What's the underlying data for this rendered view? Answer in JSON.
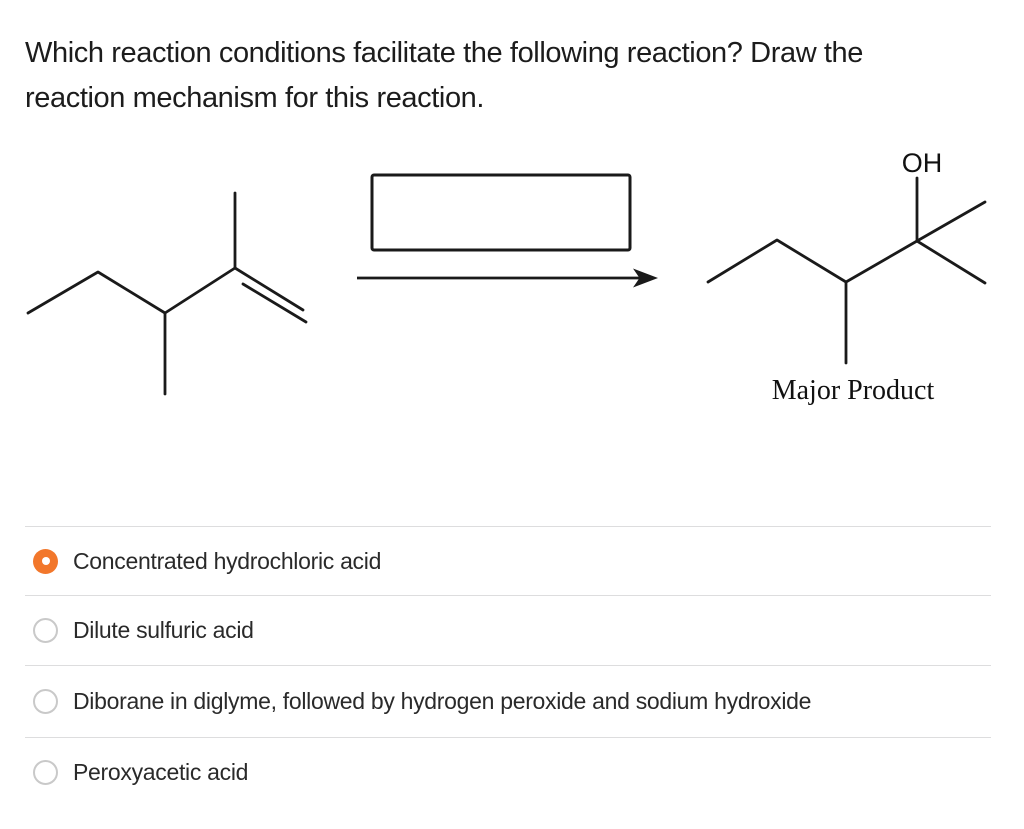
{
  "question": {
    "line1": "Which reaction conditions facilitate the following reaction? Draw the",
    "line2": "reaction mechanism for this reaction."
  },
  "scheme": {
    "reactant_name": "2,3-dimethyl-1-pentene skeletal structure",
    "reagent_box_value": "",
    "hydroxyl_label": "OH",
    "product_name": "2,3-dimethyl-2-pentanol skeletal structure",
    "product_caption": "Major Product"
  },
  "options": [
    {
      "label": "Concentrated hydrochloric acid",
      "selected": true
    },
    {
      "label": "Dilute sulfuric acid",
      "selected": false
    },
    {
      "label": "Diborane in diglyme, followed by hydrogen peroxide and sodium hydroxide",
      "selected": false
    },
    {
      "label": "Peroxyacetic acid",
      "selected": false
    }
  ],
  "colors": {
    "selected_radio": "#f2772b",
    "unselected_radio_border": "#c9c9c9",
    "divider": "#ddddde",
    "question_text": "#1c1c1c",
    "option_text": "#2a2a2a",
    "structure_stroke": "#1a1a1a"
  }
}
